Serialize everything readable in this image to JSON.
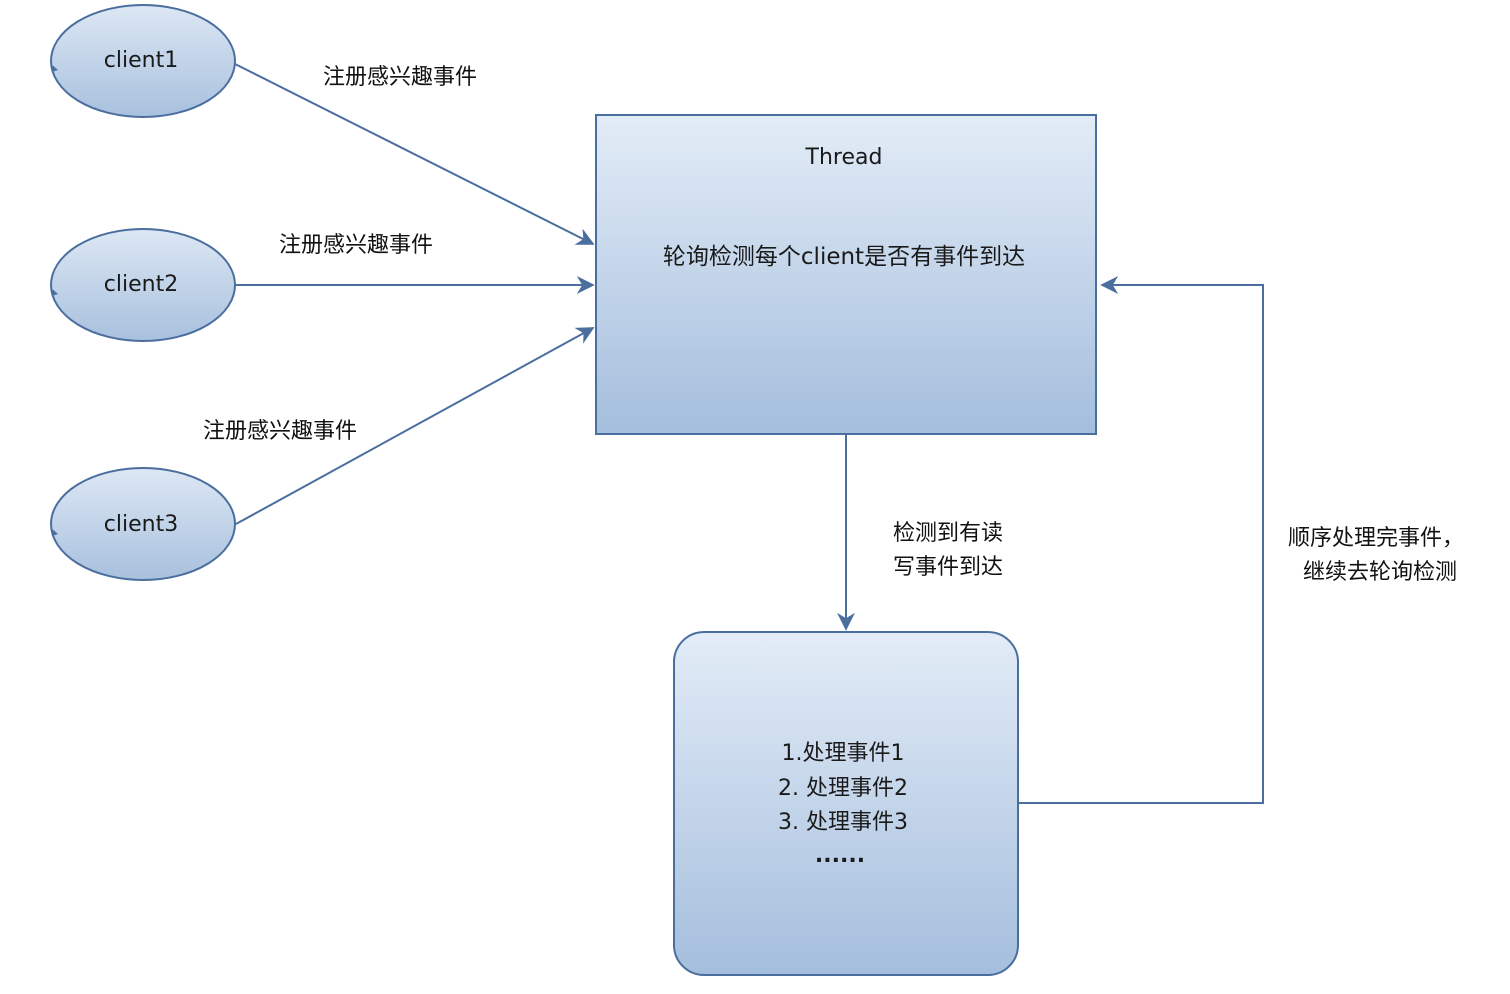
{
  "clients": [
    {
      "label": "client1"
    },
    {
      "label": "client2"
    },
    {
      "label": "client3"
    }
  ],
  "register_label": "注册感兴趣事件",
  "thread": {
    "title": "Thread",
    "description": "轮询检测每个client是否有事件到达"
  },
  "detect_label": {
    "line1": "检测到有读",
    "line2": "写事件到达"
  },
  "process_box": {
    "lines": [
      "1.处理事件1",
      "2. 处理事件2",
      "3. 处理事件3",
      "......"
    ]
  },
  "loop_label": {
    "line1": "顺序处理完事件，",
    "line2": "继续去轮询检测"
  },
  "colors": {
    "stroke": "#4a6e9e",
    "fill_top": "#e3ecf7",
    "fill_bottom": "#a4bedd"
  }
}
